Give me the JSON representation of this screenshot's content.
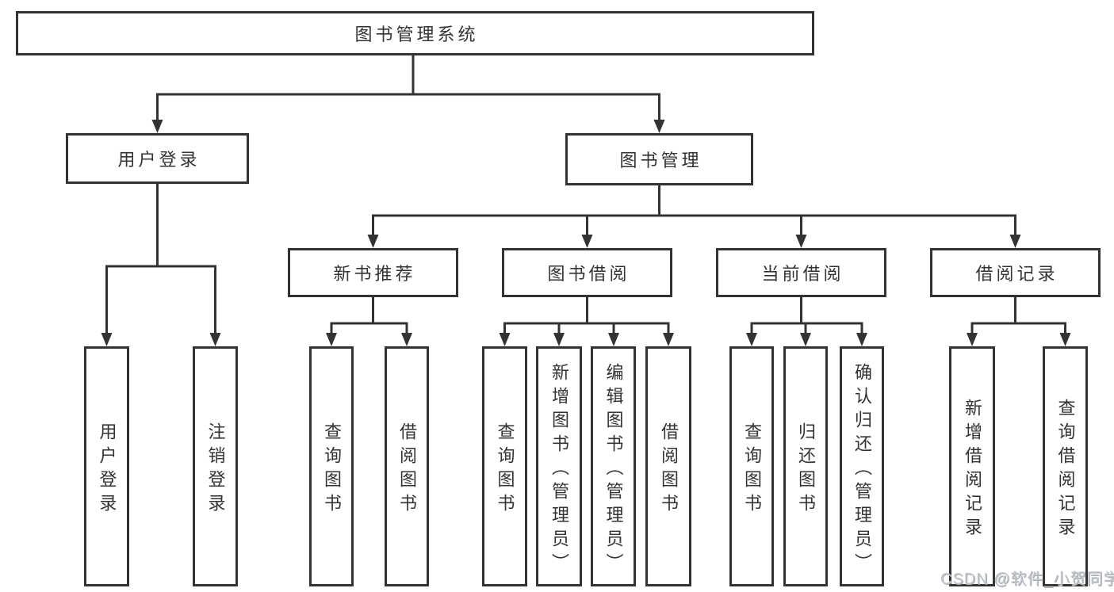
{
  "tree": {
    "root": {
      "label": "图书管理系统",
      "children": [
        {
          "label": "用户登录",
          "children": [
            {
              "label": "用户登录"
            },
            {
              "label": "注销登录"
            }
          ]
        },
        {
          "label": "图书管理",
          "children": [
            {
              "label": "新书推荐",
              "children": [
                {
                  "label": "查询图书"
                },
                {
                  "label": "借阅图书"
                }
              ]
            },
            {
              "label": "图书借阅",
              "children": [
                {
                  "label": "查询图书"
                },
                {
                  "label": "新增图书（管理员）"
                },
                {
                  "label": "编辑图书（管理员）"
                },
                {
                  "label": "借阅图书"
                }
              ]
            },
            {
              "label": "当前借阅",
              "children": [
                {
                  "label": "查询图书"
                },
                {
                  "label": "归还图书"
                },
                {
                  "label": "确认归还（管理员）"
                }
              ]
            },
            {
              "label": "借阅记录",
              "children": [
                {
                  "label": "新增借阅记录"
                },
                {
                  "label": "查询借阅记录"
                }
              ]
            }
          ]
        }
      ]
    }
  },
  "watermark": {
    "text": "CSDN @软件_小贺同学",
    "color": "#c2c6cb"
  },
  "colors": {
    "ink": "#333333",
    "background": "#ffffff"
  }
}
